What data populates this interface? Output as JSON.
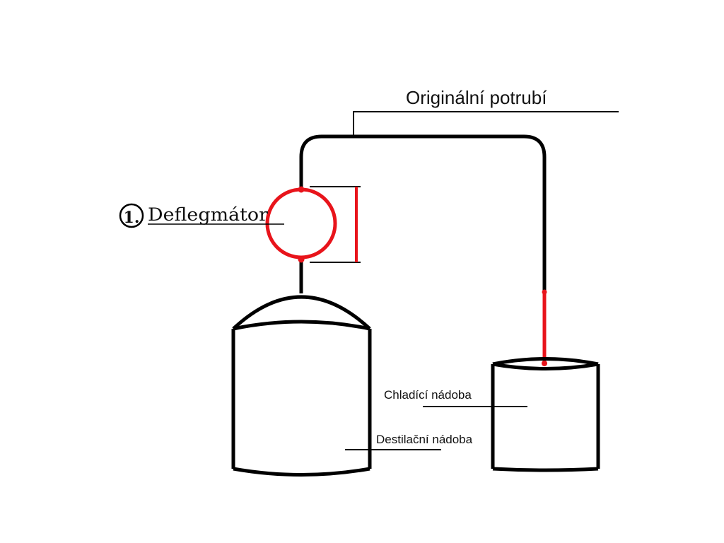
{
  "labels": {
    "original_pipe": "Originální potrubí",
    "step_number": "1.",
    "dephlegmator": "Deflegmátor",
    "cooling_vessel": "Chladící nádoba",
    "distillation_vessel": "Destilační nádoba"
  },
  "colors": {
    "line": "#000000",
    "highlight": "#e8141b",
    "text": "#111111"
  }
}
